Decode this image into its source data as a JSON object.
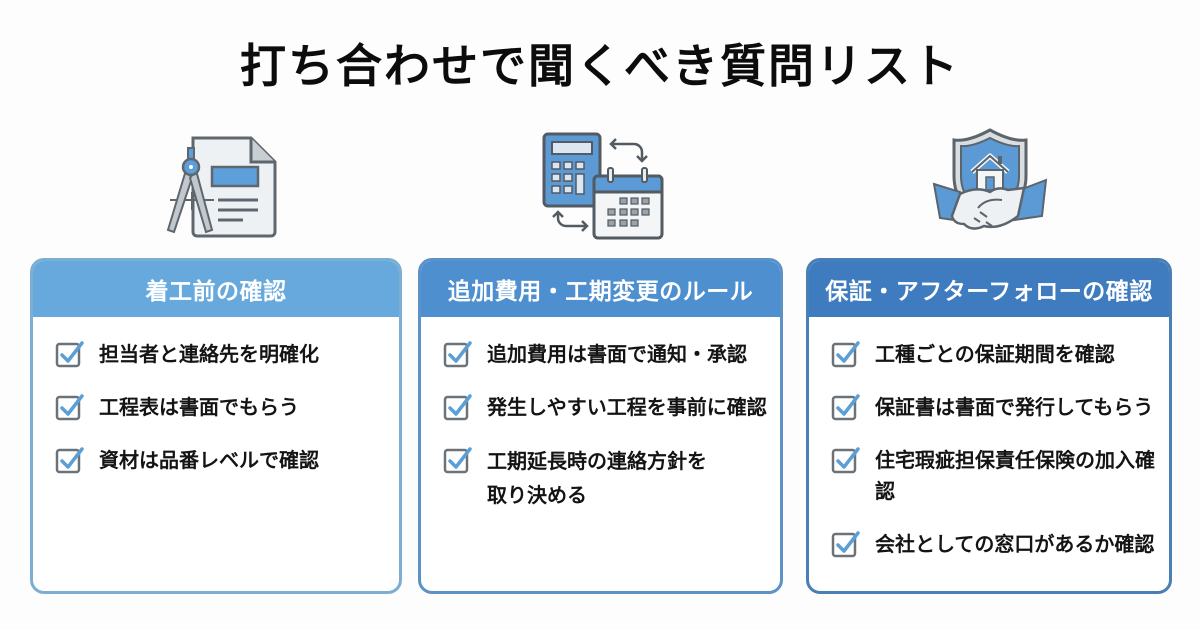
{
  "title": "打ち合わせで聞くべき質問リスト",
  "colors": {
    "card1_header": "#67a9dd",
    "card1_border": "#7aaed3",
    "card2_header": "#4e8fcf",
    "card2_border": "#5c92c6",
    "card3_header": "#3f7bbf",
    "card3_border": "#4a7fb5",
    "check_box": "#6b7278",
    "check_mark": "#5b9fd6"
  },
  "sections": [
    {
      "icon": "blueprint-compass-icon",
      "heading": "着工前の確認",
      "items": [
        "担当者と連絡先を明確化",
        "工程表は書面でもらう",
        "資材は品番レベルで確認"
      ]
    },
    {
      "icon": "calculator-calendar-icon",
      "heading": "追加費用・工期変更のルール",
      "items": [
        "追加費用は書面で通知・承認",
        "発生しやすい工程を事前に確認",
        "工期延長時の連絡方針を",
        "取り決める"
      ]
    },
    {
      "icon": "shield-handshake-icon",
      "heading": "保証・アフターフォローの確認",
      "items": [
        "工種ごとの保証期間を確認",
        "保証書は書面で発行してもらう",
        "住宅瑕疵担保責任保険の加入確認",
        "会社としての窓口があるか確認"
      ]
    }
  ]
}
